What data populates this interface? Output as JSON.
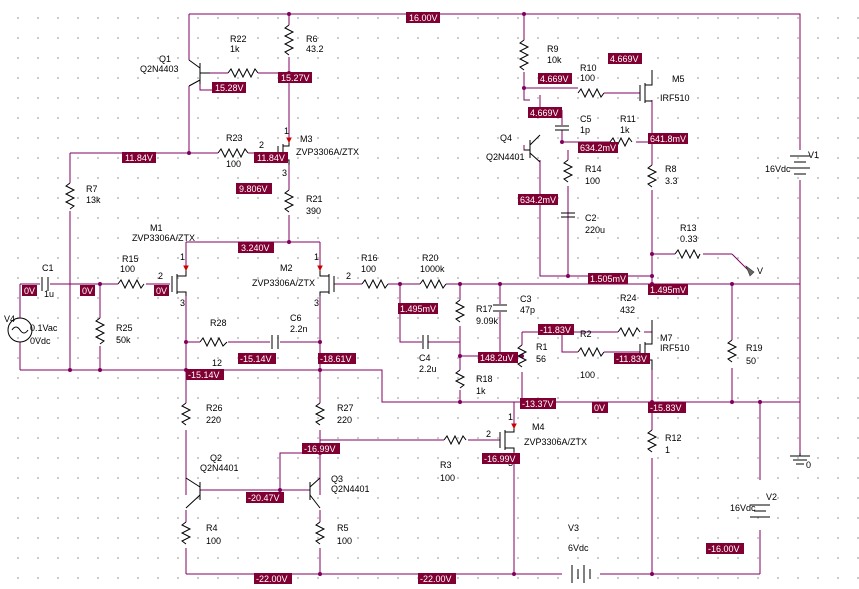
{
  "colors": {
    "wire": "#800060",
    "voltage_tag_bg": "#800033",
    "voltage_tag_text": "#ffffff",
    "grid_dot": "#b8b8b8"
  },
  "components": {
    "Q1": {
      "ref": "Q1",
      "model": "Q2N4403"
    },
    "R22": {
      "ref": "R22",
      "value": "1k"
    },
    "R6": {
      "ref": "R6",
      "value": "43.2"
    },
    "R23": {
      "ref": "R23",
      "value": "100"
    },
    "M3": {
      "ref": "M3",
      "model": "ZVP3306A/ZTX"
    },
    "R21": {
      "ref": "R21",
      "value": "390"
    },
    "R7": {
      "ref": "R7",
      "value": "13k"
    },
    "M1": {
      "ref": "M1",
      "model": "ZVP3306A/ZTX"
    },
    "C1": {
      "ref": "C1",
      "value": "1u"
    },
    "R15": {
      "ref": "R15",
      "value": "100"
    },
    "V4": {
      "ref": "V4",
      "value": "0.1Vac",
      "value2": "0Vdc"
    },
    "R25": {
      "ref": "R25",
      "value": "50k"
    },
    "R28": {
      "ref": "R28"
    },
    "C6": {
      "ref": "C6",
      "value": "2.2n"
    },
    "M2": {
      "ref": "M2",
      "model": "ZVP3306A/ZTX"
    },
    "R16": {
      "ref": "R16",
      "value": "100"
    },
    "R20": {
      "ref": "R20",
      "value": "1000k"
    },
    "R17": {
      "ref": "R17",
      "value": "9.09k"
    },
    "C3": {
      "ref": "C3",
      "value": "47p"
    },
    "C4": {
      "ref": "C4",
      "value": "2.2u"
    },
    "R18": {
      "ref": "R18",
      "value": "1k"
    },
    "R1": {
      "ref": "R1",
      "value": "56"
    },
    "R26": {
      "ref": "R26",
      "value": "220"
    },
    "R27": {
      "ref": "R27",
      "value": "220"
    },
    "Q2": {
      "ref": "Q2",
      "model": "Q2N4401"
    },
    "Q3": {
      "ref": "Q3",
      "model": "Q2N4401"
    },
    "R4": {
      "ref": "R4",
      "value": "100"
    },
    "R5": {
      "ref": "R5",
      "value": "100"
    },
    "R3": {
      "ref": "R3",
      "value": "100"
    },
    "M4": {
      "ref": "M4",
      "model": "ZVP3306A/ZTX"
    },
    "V3": {
      "ref": "V3",
      "value": "6Vdc"
    },
    "R9": {
      "ref": "R9",
      "value": "10k"
    },
    "R10": {
      "ref": "R10",
      "value": "100"
    },
    "M5": {
      "ref": "M5",
      "model": "IRF510"
    },
    "Q4": {
      "ref": "Q4",
      "model": "Q2N4401"
    },
    "C5": {
      "ref": "C5",
      "value": "1p"
    },
    "R11": {
      "ref": "R11",
      "value": "1k"
    },
    "R14": {
      "ref": "R14",
      "value": "100"
    },
    "R8": {
      "ref": "R8",
      "value": "3.3"
    },
    "C2": {
      "ref": "C2",
      "value": "220u"
    },
    "R13": {
      "ref": "R13",
      "value": "0.33"
    },
    "R24": {
      "ref": "R24",
      "value": "432"
    },
    "R2": {
      "ref": "R2",
      "value": "100"
    },
    "M7": {
      "ref": "M7",
      "model": "IRF510"
    },
    "R19": {
      "ref": "R19",
      "value": "50"
    },
    "R12": {
      "ref": "R12",
      "value": "1"
    },
    "V1": {
      "ref": "V1",
      "value": "16Vdc"
    },
    "V2": {
      "ref": "V2",
      "value": "16Vdc"
    }
  },
  "pins": {
    "one": "1",
    "two": "2",
    "three": "3",
    "twelve": "12"
  },
  "probe": {
    "label": "V"
  },
  "ground": {
    "label": "0"
  },
  "voltages": {
    "top_rail": "16.00V",
    "q1_col": "15.28V",
    "r6_bot": "15.27V",
    "bias": "11.84V",
    "m3_src": "11.84V",
    "m3_drain": "9.806V",
    "tail": "3.240V",
    "in_c1": "0V",
    "in_r15": "0V",
    "in_gate": "0V",
    "r28_mid": "-15.14V",
    "m1_drain": "-18.61V",
    "m1_drain2": "-15.14V",
    "fb": "1.495mV",
    "r1_top": "148.2uV",
    "out_r13": "1.505mV",
    "out_main": "1.495mV",
    "m7_gate": "-11.83V",
    "m7_gate2": "-11.83V",
    "vas": "-13.37V",
    "gnd_node": "0V",
    "neg_bus": "-15.83V",
    "mirror": "-16.99V",
    "m4_gate": "-16.99V",
    "q2_base": "-20.47V",
    "neg22a": "-22.00V",
    "neg22b": "-22.00V",
    "neg16": "-16.00V",
    "r10_left": "4.669V",
    "r10_right": "4.669V",
    "q4_col": "4.669V",
    "q4_emit": "634.2mV",
    "q4_emit2": "634.2mV",
    "m5_src": "641.8mV"
  }
}
